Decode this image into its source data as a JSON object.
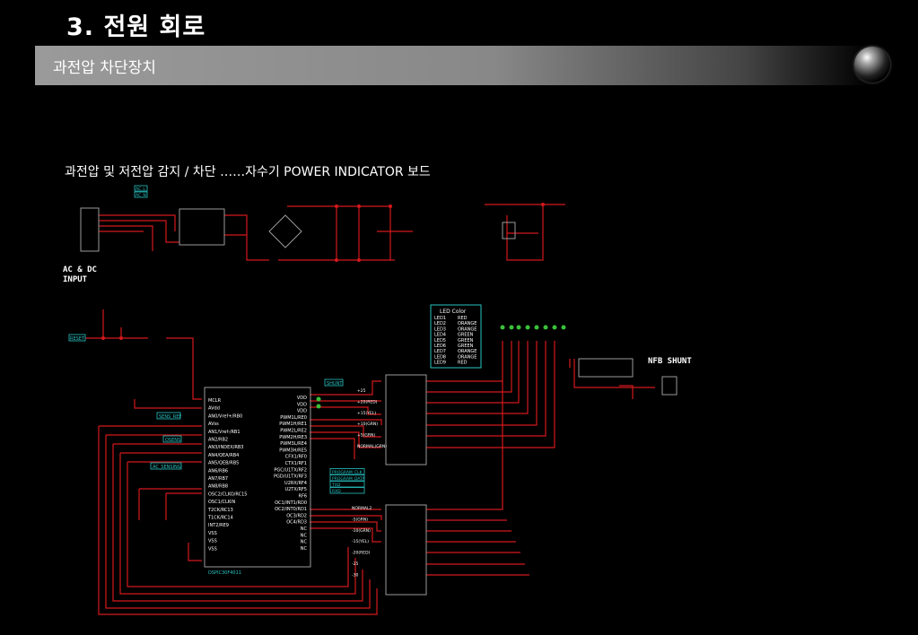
{
  "header": {
    "title": "3. 전원 회로",
    "subtitle": "과전압 차단장치"
  },
  "caption": "과전압 및 저전압 감지 / 차단 ……자수기 POWER INDICATOR 보드",
  "labels": {
    "ac_input_1": "AC & DC",
    "ac_input_2": "INPUT",
    "nfb_shunt": "NFB SHUNT"
  },
  "led_table": {
    "title": "LED Color",
    "rows": [
      [
        "LED1",
        "RED"
      ],
      [
        "LED2",
        "ORANGE"
      ],
      [
        "LED3",
        "ORANGE"
      ],
      [
        "LED4",
        "GREEN"
      ],
      [
        "LED5",
        "GREEN"
      ],
      [
        "LED6",
        "GREEN"
      ],
      [
        "LED7",
        "ORANGE"
      ],
      [
        "LED8",
        "ORANGE"
      ],
      [
        "LED9",
        "RED"
      ]
    ]
  },
  "mcu": {
    "pins_left": [
      "MCLR",
      "AVdd",
      "AN0/Vref+/RB0",
      "AVss",
      "AN1/Vref-/RB1",
      "AN2/RB2",
      "AN3/INDEX/RB3",
      "AN4/QEA/RB4",
      "AN5/QEB/RB5",
      "AN6/RB6",
      "AN7/RB7",
      "AN8/RB8",
      "OSC2/CLKO/RC15",
      "OSC1/CLKIN",
      "T2CK/RC13",
      "T1CK/RC14",
      "INT2/RE9",
      "VSS",
      "VSS",
      "VSS"
    ],
    "pins_right": [
      "VDD",
      "VDD",
      "VDD",
      "PWM1L/RE0",
      "PWM1H/RE1",
      "PWM2L/RE2",
      "PWM2H/RE3",
      "PWM3L/RE4",
      "PWM3H/RE5",
      "CFX1/RF0",
      "CTX1/RF1",
      "PGC/U1TX/RF2",
      "PGD/U1TX/RF3",
      "U2RX/RF4",
      "U2TX/RF5",
      "RF6",
      "OC1/INT1/RD0",
      "OC2/INT0/RD1",
      "OC3/RD2",
      "OC4/RD3",
      "NC",
      "NC",
      "NC",
      "NC"
    ],
    "name": "DSPIC30F4011"
  },
  "driver_labels": {
    "u2": [
      "+25",
      "+20(RED)",
      "+15(YEL)",
      "+10(GRN)",
      "+5(GRN)",
      "NORMAL(GRN)"
    ],
    "u3": [
      "NORMAL2",
      "-5(GRN)",
      "-10(GRN)",
      "-15(YEL)",
      "-20(RED)",
      "-25",
      "-30"
    ]
  },
  "nets": {
    "sens_ref": "SENS_REF",
    "osens": "OSENS",
    "ac_sensing": "AC_SENSING",
    "program": [
      "PROGRAM_CLK",
      "PROGRAM_DATA",
      "TXD",
      "RXD"
    ],
    "reset": "RESET",
    "shunt": "SHUNT",
    "ac": [
      "AC_L",
      "AC_N"
    ]
  },
  "colors": {
    "wire": "#d4181c",
    "component": "#9a9a9a",
    "net": "#27c3c3",
    "text": "#ffffff"
  }
}
